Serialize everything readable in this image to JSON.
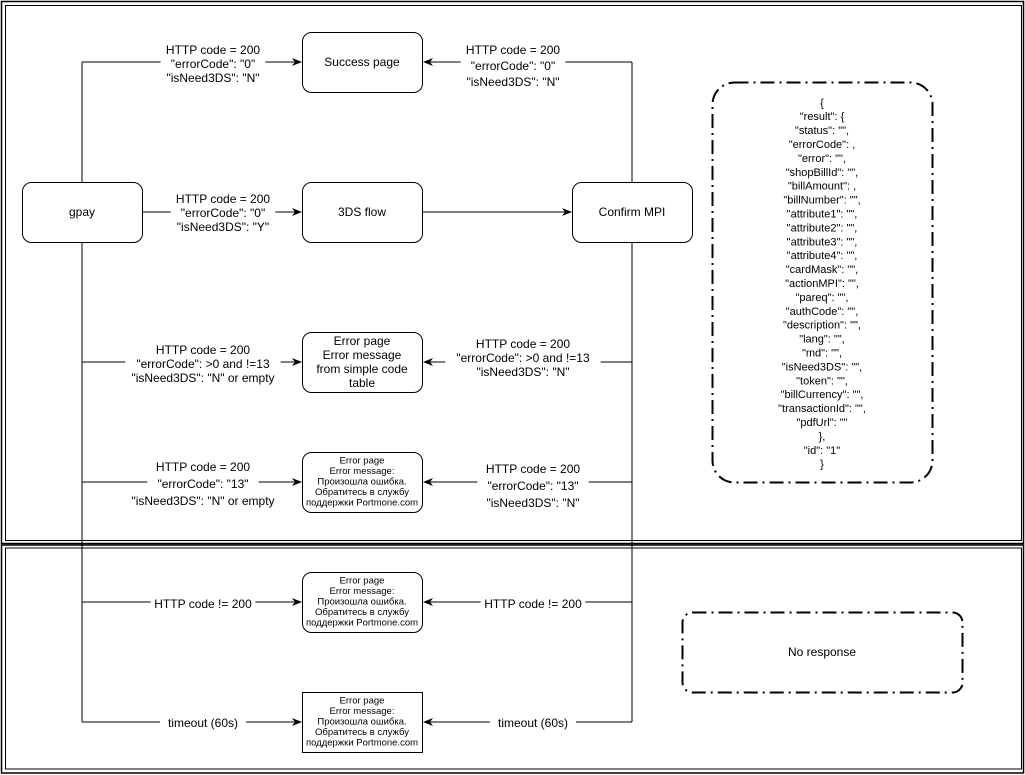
{
  "diagram": {
    "title": "gpay payment response flow",
    "colors": {
      "stroke": "#000000",
      "background": "#ffffff",
      "text": "#000000"
    },
    "nodes": {
      "gpay": {
        "label": [
          "gpay"
        ]
      },
      "success": {
        "label": [
          "Success page"
        ]
      },
      "threeds": {
        "label": [
          "3DS flow"
        ]
      },
      "confirm": {
        "label": [
          "Confirm MPI"
        ]
      },
      "error_simple": {
        "label": [
          "Error page",
          "Error message",
          "from simple code",
          "table"
        ]
      },
      "error_13": {
        "label": [
          "Error page",
          "Error message:",
          "Произошла ошибка.",
          "Обратитесь в службу",
          "поддержки Portmone.com"
        ]
      },
      "error_http": {
        "label": [
          "Error page",
          "Error message:",
          "Произошла ошибка.",
          "Обратитесь в службу",
          "поддержки Portmone.com"
        ]
      },
      "error_timeout": {
        "label": [
          "Error page",
          "Error message:",
          "Произошла ошибка.",
          "Обратитесь в службу",
          "поддержки Portmone.com"
        ]
      },
      "no_response": {
        "label": [
          "No response"
        ]
      },
      "json_note": {
        "lines": [
          "{",
          "\"result\": {",
          "\"status\": \"\",",
          "\"errorCode\": ,",
          "\"error\": \"\",",
          "\"shopBillId\": \"\",",
          "\"billAmount\": ,",
          "\"billNumber\": \"\",",
          "\"attribute1\": \"\",",
          "\"attribute2\": \"\",",
          "\"attribute3\": \"\",",
          "\"attribute4\": \"\",",
          "\"cardMask\": \"\",",
          "\"actionMPI\": \"\",",
          "\"pareq\": \"\",",
          "\"authCode\": \"\",",
          "\"description\": \"\",",
          "\"lang\": \"\",",
          "\"md\": \"\",",
          "\"isNeed3DS\": \"\",",
          "\"token\": \"\",",
          "\"billCurrency\": \"\",",
          "\"transactionId\": \"\",",
          "\"pdfUrl\": \"\"",
          "},",
          "\"id\": \"1\"",
          "}"
        ]
      }
    },
    "edges": {
      "gpay_success": [
        "HTTP code = 200",
        "\"errorCode\": \"0\"",
        "\"isNeed3DS\": \"N\""
      ],
      "confirm_success": [
        "HTTP code = 200",
        "\"errorCode\": \"0\"",
        "\"isNeed3DS\": \"N\""
      ],
      "gpay_threeds": [
        "HTTP code = 200",
        "\"errorCode\": \"0\"",
        "\"isNeed3DS\": \"Y\""
      ],
      "threeds_confirm": [],
      "gpay_error_simple": [
        "HTTP code = 200",
        "\"errorCode\": >0 and !=13",
        "\"isNeed3DS\": \"N\" or empty"
      ],
      "confirm_error_simple": [
        "HTTP code = 200",
        "\"errorCode\": >0 and !=13",
        "\"isNeed3DS\": \"N\""
      ],
      "gpay_error_13": [
        "HTTP code = 200",
        "\"errorCode\": \"13\"",
        "\"isNeed3DS\": \"N\" or empty"
      ],
      "confirm_error_13": [
        "HTTP code = 200",
        "\"errorCode\": \"13\"",
        "\"isNeed3DS\": \"N\""
      ],
      "gpay_error_http": [
        "HTTP code != 200"
      ],
      "confirm_error_http": [
        "HTTP code != 200"
      ],
      "gpay_error_timeout": [
        "timeout (60s)"
      ],
      "confirm_error_timeout": [
        "timeout (60s)"
      ]
    }
  }
}
